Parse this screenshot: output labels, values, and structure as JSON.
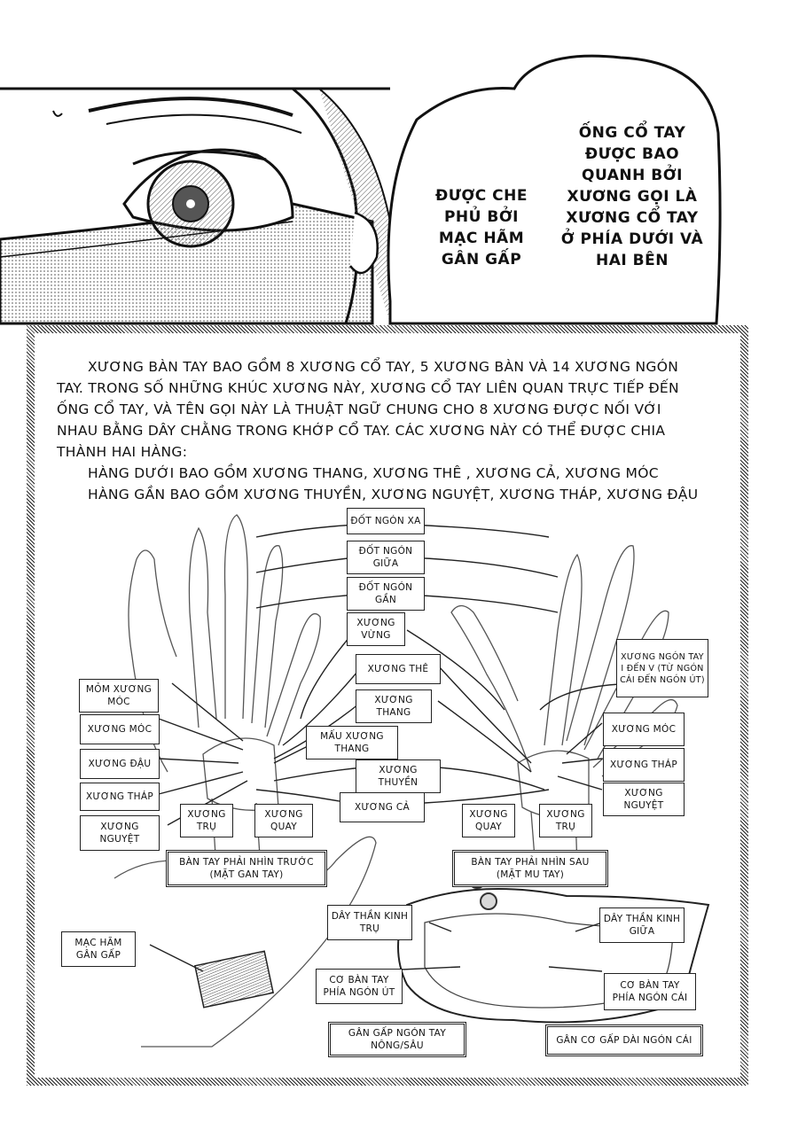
{
  "top_panel": {
    "bubble_left": [
      "ĐƯỢC CHE",
      "PHỦ BỞI",
      "MẠC HÃM",
      "GÂN GẤP"
    ],
    "bubble_right": [
      "ỐNG CỔ TAY",
      "ĐƯỢC BAO",
      "QUANH BỞI",
      "XƯƠNG GỌI LÀ",
      "XƯƠNG CỔ TAY",
      "Ở PHÍA DƯỚI VÀ",
      "HAI BÊN"
    ]
  },
  "info": {
    "paragraph_1_line_1": "XƯƠNG BÀN TAY BAO GỒM 8 XƯƠNG CỔ TAY, 5 XƯƠNG BÀN VÀ 14 XƯƠNG NGÓN",
    "paragraph_1_line_2": "TAY. TRONG SỐ NHỮNG KHÚC XƯƠNG NÀY, XƯƠNG CỔ TAY LIÊN QUAN TRỰC TIẾP ĐẾN",
    "paragraph_1_line_3": "ỐNG CỔ TAY, VÀ TÊN GỌI NÀY LÀ THUẬT NGỮ CHUNG CHO 8 XƯƠNG ĐƯỢC NỐI VỚI",
    "paragraph_1_line_4": "NHAU BẰNG DÂY CHẰNG TRONG KHỚP CỔ TAY. CÁC XƯƠNG NÀY CÓ THỂ ĐƯỢC CHIA",
    "paragraph_1_line_5": "THÀNH HAI HÀNG:",
    "row_lower": "HÀNG DƯỚI BAO GỒM XƯƠNG THANG, XƯƠNG THÊ , XƯƠNG CẢ, XƯƠNG MÓC",
    "row_upper": "HÀNG GẦN BAO GỒM XƯƠNG THUYỀN, XƯƠNG NGUYỆT, XƯƠNG THÁP, XƯƠNG ĐẬU"
  },
  "labels": {
    "dot_ngon_xa": "ĐỐT NGÓN XA",
    "dot_ngon_giua": "ĐỐT NGÓN GIỮA",
    "dot_ngon_gan": "ĐỐT NGÓN GẦN",
    "xuong_vung": "XƯƠNG VỪNG",
    "xuong_the": "XƯƠNG THÊ",
    "xuong_thang": "XƯƠNG THANG",
    "mau_xuong_thang": "MẤU XƯƠNG THANG",
    "xuong_thuyen": "XƯƠNG THUYỀN",
    "xuong_ca": "XƯƠNG CẢ",
    "mom_xuong_moc": "MỎM XƯƠNG MÓC",
    "xuong_moc_left": "XƯƠNG MÓC",
    "xuong_dau": "XƯƠNG ĐẬU",
    "xuong_thap_left": "XƯƠNG THÁP",
    "xuong_nguyet_left": "XƯƠNG NGUYỆT",
    "xuong_tru_left": "XƯƠNG TRỤ",
    "xuong_quay_left": "XƯƠNG QUAY",
    "xuong_quay_right": "XƯƠNG QUAY",
    "xuong_tru_right": "XƯƠNG TRỤ",
    "xuong_ngon_tay": "XƯƠNG NGÓN TAY I ĐẾN V (TỪ NGÓN CÁI ĐẾN NGÓN ÚT)",
    "xuong_moc_right": "XƯƠNG MÓC",
    "xuong_thap_right": "XƯƠNG THÁP",
    "xuong_nguyet_right": "XƯƠNG NGUYỆT",
    "ban_tay_truoc": "BÀN TAY PHẢI NHÌN TRƯỚC (MẶT GAN TAY)",
    "ban_tay_sau": "BÀN TAY PHẢI NHÌN SAU (MẶT MU TAY)",
    "mac_ham_gan_gap": "MẠC HÃM GÂN GẤP",
    "day_than_kinh_tru": "DÂY THẦN KINH TRỤ",
    "day_than_kinh_giua": "DÂY THẦN KINH GIỮA",
    "co_ban_tay_ngon_ut": "CƠ BÀN TAY PHÍA NGÓN ÚT",
    "co_ban_tay_ngon_cai": "CƠ BÀN TAY PHÍA NGÓN CÁI",
    "gan_gap_ngon_tay": "GÂN GẤP NGÓN TAY NÔNG/SÂU",
    "gan_co_gap_dai": "GÂN CƠ GẤP DÀI NGÓN CÁI"
  },
  "colors": {
    "ink": "#111111",
    "paper": "#ffffff",
    "tone": "#cfcfcf"
  }
}
